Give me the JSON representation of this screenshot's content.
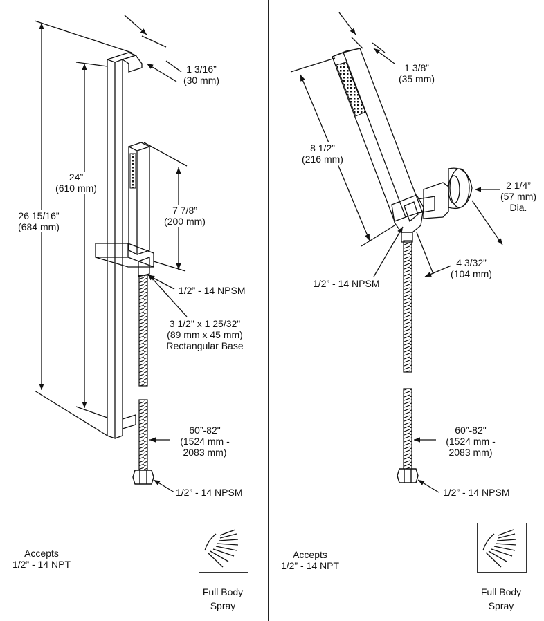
{
  "left_panel": {
    "bar_width": [
      "1 3/16”",
      "(30 mm)"
    ],
    "slide_length": [
      "24”",
      "(610 mm)"
    ],
    "overall_height": [
      "26 15/16”",
      "(684 mm)"
    ],
    "handshower_length": [
      "7 7/8”",
      "(200 mm)"
    ],
    "connection_top": "1/2” - 14 NPSM",
    "base_size": [
      "3 1/2\" x 1 25/32\"",
      "(89 mm x 45 mm)",
      "Rectangular Base"
    ],
    "hose_length": [
      "60”-82\"",
      "(1524 mm -",
      "2083 mm)"
    ],
    "connection_bottom": "1/2” - 14 NPSM",
    "accepts": [
      "Accepts",
      "1/2” - 14 NPT"
    ],
    "spray_label": [
      "Full Body",
      "Spray"
    ]
  },
  "right_panel": {
    "handshower_width": [
      "1 3/8”",
      "(35 mm)"
    ],
    "handshower_length": [
      "8 1/2”",
      "(216 mm)"
    ],
    "flange_diameter": [
      "2 1/4”",
      "(57 mm)",
      "Dia."
    ],
    "mount_projection": [
      "4 3/32”",
      "(104 mm)"
    ],
    "connection_top": "1/2” - 14 NPSM",
    "hose_length": [
      "60”-82\"",
      "(1524 mm -",
      "2083 mm)"
    ],
    "connection_bottom": "1/2” - 14 NPSM",
    "accepts": [
      "Accepts",
      "1/2” - 14 NPT"
    ],
    "spray_label": [
      "Full Body",
      "Spray"
    ]
  },
  "colors": {
    "line": "#111111",
    "background": "#ffffff"
  }
}
